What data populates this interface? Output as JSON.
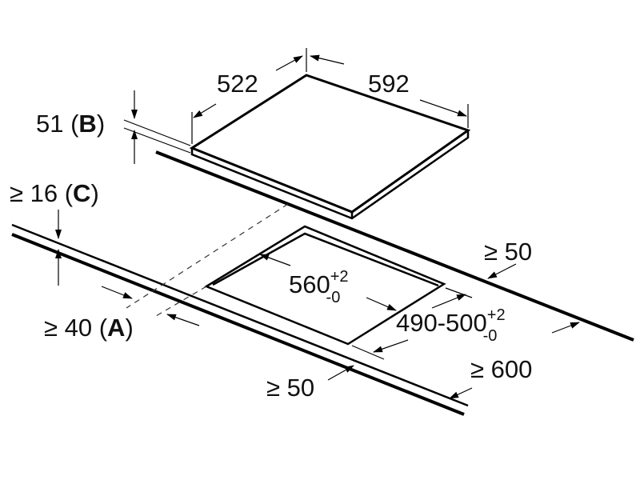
{
  "diagram": {
    "hob_depth": "522",
    "hob_width": "592",
    "hob_height": {
      "value": "51 (",
      "letter": "B",
      "close": ")"
    },
    "worktop_thickness": {
      "value": "≥ 16 (",
      "letter": "C",
      "close": ")"
    },
    "front_distance": {
      "value": "≥ 40 (",
      "letter": "A",
      "close": ")"
    },
    "rear_clearance": "≥ 50",
    "side_clearance": "≥ 50",
    "wall_distance": "≥ 600",
    "cutout_width": {
      "value": "560",
      "tol_plus": "+2",
      "tol_minus": "-0"
    },
    "cutout_depth": {
      "value": "490-500",
      "tol_plus": "+2",
      "tol_minus": "-0"
    }
  }
}
